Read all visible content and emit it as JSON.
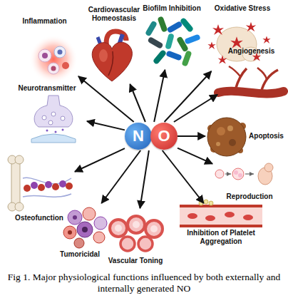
{
  "diagram": {
    "caption": "Fig 1. Major physiological functions influenced by both externally and internally generated NO",
    "nodes": [
      {
        "text": [
          "Inflammation"
        ]
      },
      {
        "text": [
          "Cardiovascular Homeostasis"
        ]
      },
      {
        "text": [
          "Biofilm Inhibition"
        ]
      },
      {
        "text": [
          "Oxidative Stress"
        ]
      },
      {
        "text": [
          "Angiogenesis"
        ]
      },
      {
        "text": [
          "Neurotransmitter"
        ]
      },
      {
        "text": [
          "N",
          "O"
        ]
      },
      {
        "text": [
          "Apoptosis"
        ]
      },
      {
        "text": [
          "Reproduction"
        ]
      },
      {
        "text": [
          "Osteofunction"
        ]
      },
      {
        "text": [
          "Inhibition of Platelet Aggregation"
        ]
      },
      {
        "text": [
          "Tumoricidal"
        ]
      },
      {
        "text": [
          "Vascular Toning"
        ]
      }
    ],
    "edges": [
      {
        "from": 6,
        "to": 0,
        "arrow": "to"
      },
      {
        "from": 6,
        "to": 1,
        "arrow": "to"
      },
      {
        "from": 6,
        "to": 2,
        "arrow": "to"
      },
      {
        "from": 6,
        "to": 3,
        "arrow": "to"
      },
      {
        "from": 6,
        "to": 4,
        "arrow": "to"
      },
      {
        "from": 6,
        "to": 5,
        "arrow": "to"
      },
      {
        "from": 6,
        "to": 7,
        "arrow": "to"
      },
      {
        "from": 6,
        "to": 8,
        "arrow": "to"
      },
      {
        "from": 6,
        "to": 9,
        "arrow": "to"
      },
      {
        "from": 6,
        "to": 10,
        "arrow": "to"
      },
      {
        "from": 6,
        "to": 11,
        "arrow": "to"
      },
      {
        "from": 6,
        "to": 12,
        "arrow": "to"
      }
    ]
  }
}
